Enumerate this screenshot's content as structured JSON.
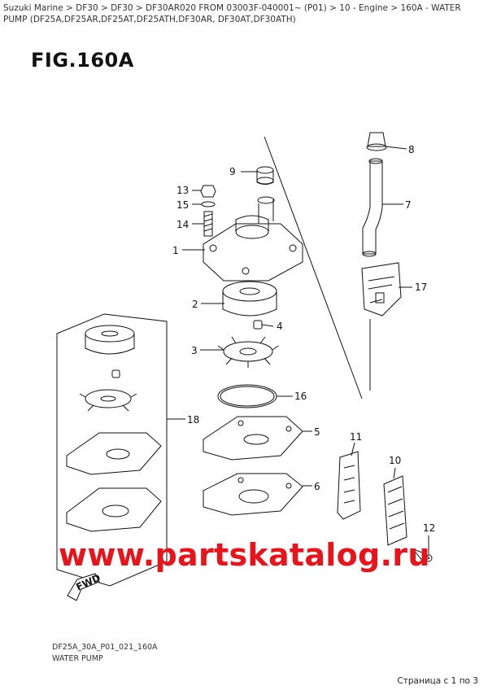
{
  "breadcrumb": "Suzuki Marine > DF30 > DF30 > DF30AR020 FROM 03003F-040001~ (P01) > 10 - Engine > 160A - WATER PUMP (DF25A,DF25AR,DF25AT,DF25ATH,DF30AR, DF30AT,DF30ATH)",
  "figure": {
    "title": "FIG.160A"
  },
  "callouts": [
    {
      "num": "1"
    },
    {
      "num": "2"
    },
    {
      "num": "3"
    },
    {
      "num": "4"
    },
    {
      "num": "5"
    },
    {
      "num": "6"
    },
    {
      "num": "7"
    },
    {
      "num": "8"
    },
    {
      "num": "9"
    },
    {
      "num": "10"
    },
    {
      "num": "11"
    },
    {
      "num": "12"
    },
    {
      "num": "13"
    },
    {
      "num": "14"
    },
    {
      "num": "15"
    },
    {
      "num": "16"
    },
    {
      "num": "17"
    },
    {
      "num": "18"
    }
  ],
  "watermark": "www.partskatalog.ru",
  "footer": {
    "code": "DF25A_30A_P01_021_160A",
    "name": "WATER PUMP",
    "page": "Страница с 1 по 3"
  },
  "colors": {
    "watermark": "#e8141b",
    "line": "#111111"
  }
}
